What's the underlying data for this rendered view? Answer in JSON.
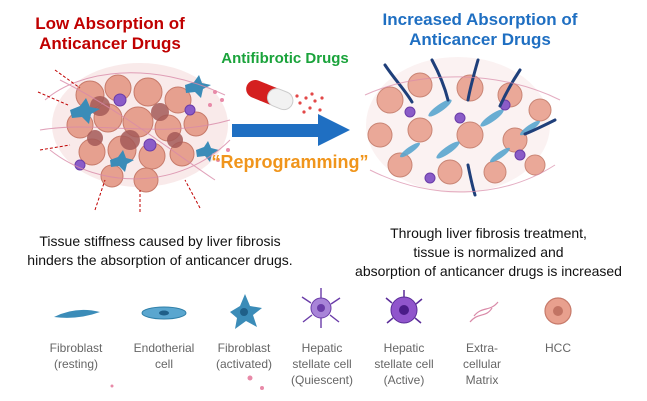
{
  "titles": {
    "left_line1": "Low Absorption of",
    "left_line2": "Anticancer Drugs",
    "right_line1": "Increased Absorption of",
    "right_line2": "Anticancer Drugs"
  },
  "drug_label": "Antifibrotic Drugs",
  "process_label": "“Reprogramming”",
  "captions": {
    "left_line1": "Tissue stiffness caused by liver fibrosis",
    "left_line2": "hinders the absorption of anticancer drugs.",
    "right_line1": "Through liver fibrosis treatment,",
    "right_line2": "tissue is normalized and",
    "right_line3": "absorption of anticancer drugs is increased"
  },
  "legend": [
    {
      "icon": "fibroblast-resting-icon",
      "line1": "Fibroblast",
      "line2": "(resting)",
      "line3": ""
    },
    {
      "icon": "endothelial-cell-icon",
      "line1": "Endotherial",
      "line2": "cell",
      "line3": ""
    },
    {
      "icon": "fibroblast-activated-icon",
      "line1": "Fibroblast",
      "line2": "(activated)",
      "line3": ""
    },
    {
      "icon": "hepatic-stellate-quiescent-icon",
      "line1": "Hepatic",
      "line2": "stellate cell",
      "line3": "(Quiescent)"
    },
    {
      "icon": "hepatic-stellate-active-icon",
      "line1": "Hepatic",
      "line2": "stellate cell",
      "line3": "(Active)"
    },
    {
      "icon": "extracellular-matrix-icon",
      "line1": "Extra-",
      "line2": "cellular",
      "line3": "Matrix"
    },
    {
      "icon": "hcc-icon",
      "line1": "HCC",
      "line2": "",
      "line3": ""
    }
  ],
  "colors": {
    "title_left": "#c00000",
    "title_right": "#1f6fc2",
    "drug_label": "#1aa33b",
    "process_label": "#f0951c",
    "arrow": "#1f6fc2",
    "hcc_cell": "#e8a08e",
    "fibroblast": "#3b8cb8",
    "stellate": "#8a5cc8",
    "ecm": "#d98aa8"
  }
}
